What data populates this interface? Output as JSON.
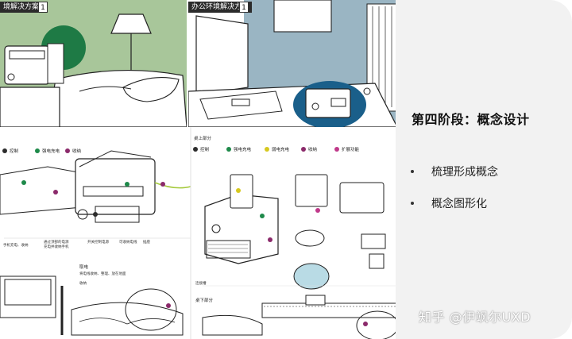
{
  "slide": {
    "stage_title": "第四阶段：概念设计",
    "bullets": [
      "梳理形成概念",
      "概念图形化"
    ],
    "watermark": "知乎 @伊飒尔UXD"
  },
  "left_image": {
    "tag_text": "境解决方案",
    "tag_number": "1"
  },
  "right_image": {
    "tag_text": "办公环境解决方案",
    "tag_number": "1"
  },
  "bottom_left": {
    "legend": [
      "控制",
      "强电充电",
      "收纳"
    ],
    "section_label": "取电"
  },
  "bottom_right": {
    "legend": [
      "控制",
      "强电充电",
      "弱电充电",
      "收纳",
      "扩展功能"
    ],
    "section_top": "桌上部分",
    "section_bottom": "桌下部分",
    "label_mid": "连接槽"
  },
  "colors": {
    "panel_bg": "#f2f2f2",
    "control": "#2c2c2c",
    "power": "#1e8a4a",
    "low_power": "#d6c81f",
    "storage": "#8b2a6b",
    "extend": "#c0398a",
    "green_room": "#a8c69a",
    "blue_room": "#9ab5c3"
  }
}
